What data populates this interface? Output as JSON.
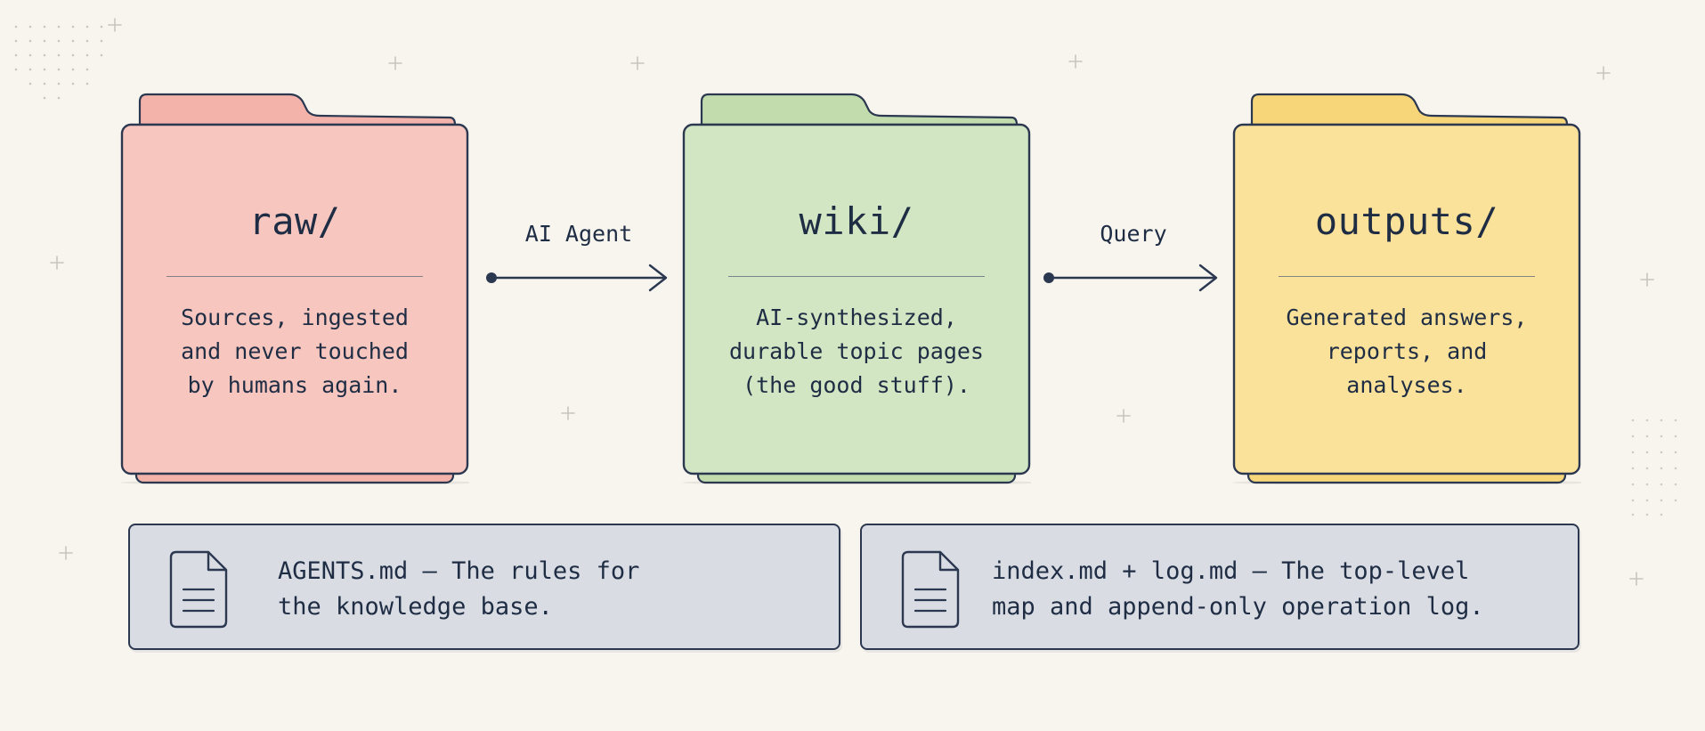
{
  "folders": [
    {
      "title": "raw/",
      "description": [
        "Sources, ingested",
        "and never touched",
        "by humans again."
      ],
      "color": "#f7c6bf",
      "tab_color": "#f4b3aa"
    },
    {
      "title": "wiki/",
      "description": [
        "AI-synthesized,",
        "durable topic pages",
        "(the good stuff)."
      ],
      "color": "#d2e6c3",
      "tab_color": "#c2dcae"
    },
    {
      "title": "outputs/",
      "description": [
        "Generated answers,",
        "reports, and",
        "analyses."
      ],
      "color": "#fbe29a",
      "tab_color": "#f7d67a"
    }
  ],
  "arrows": [
    {
      "label": "AI Agent"
    },
    {
      "label": "Query"
    }
  ],
  "notes": [
    {
      "text": [
        "AGENTS.md — The rules for",
        "the knowledge base."
      ],
      "icon": "document-icon"
    },
    {
      "text": [
        "index.md + log.md — The top-level",
        "map and append-only operation log."
      ],
      "icon": "document-icon"
    }
  ],
  "colors": {
    "background": "#f8f5ef",
    "ink": "#24324a",
    "note_fill": "#d9dce3"
  }
}
